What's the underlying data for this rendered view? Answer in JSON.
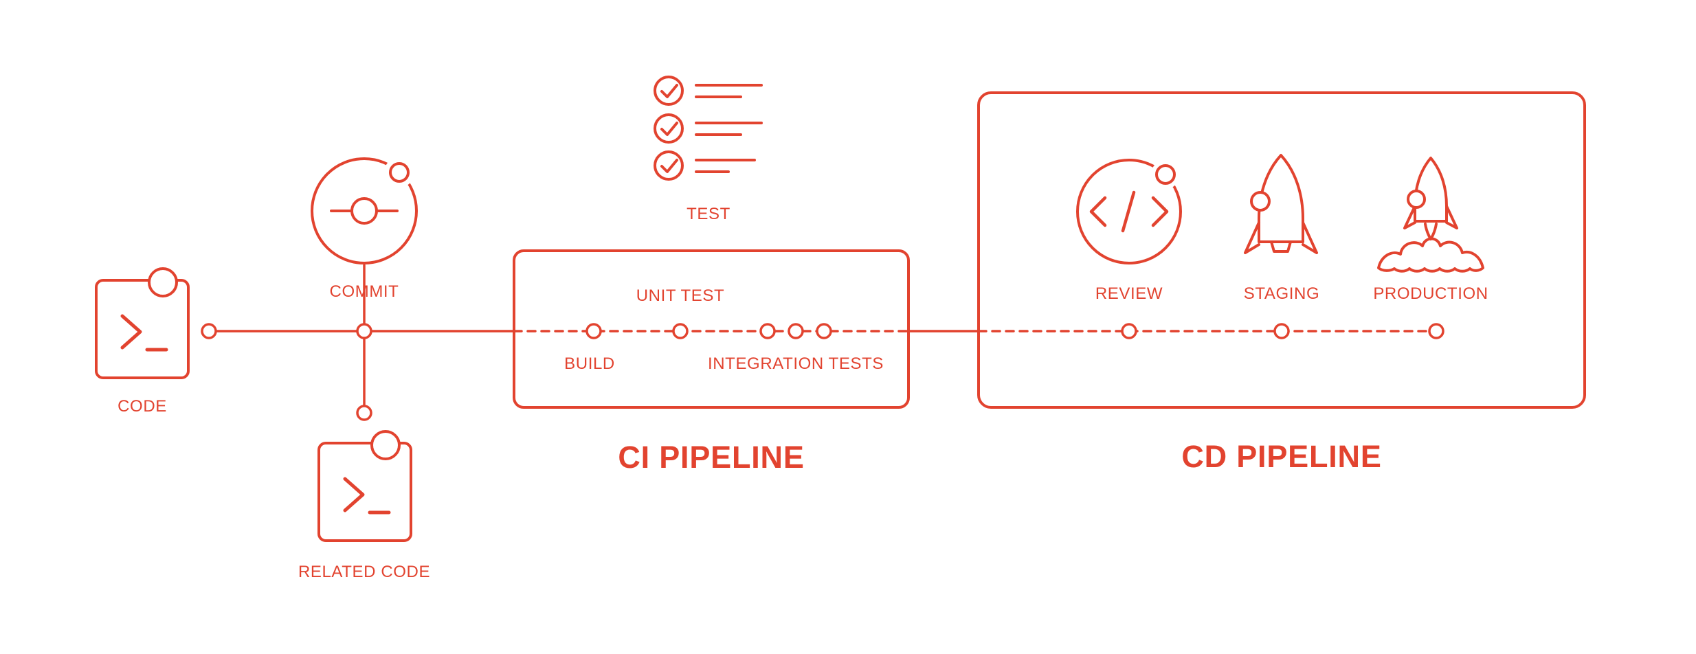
{
  "accent_color": "#e2432f",
  "background_color": "#ffffff",
  "stages": {
    "code": {
      "label": "CODE",
      "icon": "terminal-code-icon"
    },
    "commit": {
      "label": "COMMIT",
      "icon": "git-commit-icon"
    },
    "related_code": {
      "label": "RELATED CODE",
      "icon": "terminal-code-icon"
    },
    "test": {
      "label": "TEST",
      "icon": "checklist-icon"
    }
  },
  "ci_pipeline": {
    "title": "CI PIPELINE",
    "steps": {
      "build": "BUILD",
      "unit_test": "UNIT TEST",
      "integration_tests": "INTEGRATION TESTS"
    }
  },
  "cd_pipeline": {
    "title": "CD PIPELINE",
    "steps": {
      "review": "REVIEW",
      "staging": "STAGING",
      "production": "PRODUCTION"
    },
    "icons": {
      "review": "code-review-icon",
      "staging": "rocket-icon",
      "production": "rocket-launch-icon"
    }
  }
}
